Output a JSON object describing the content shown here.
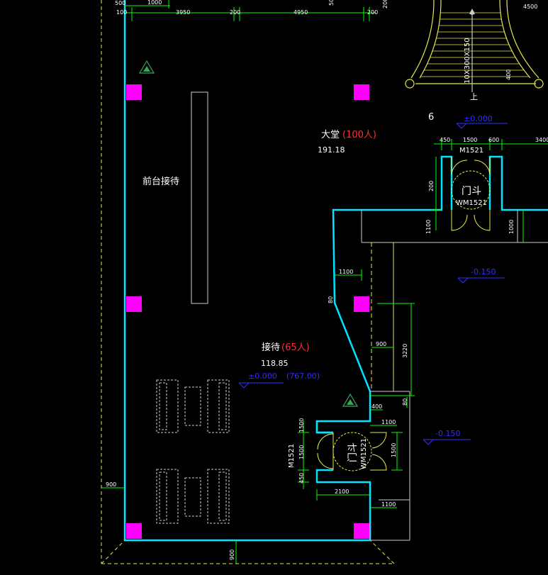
{
  "top_dims": [
    "500",
    "100",
    "1000",
    "3950",
    "200",
    "4950",
    "200",
    "50",
    "200",
    "4500"
  ],
  "stair": {
    "label": "10X300X150",
    "dim": "400",
    "number": "6",
    "arrow": "上"
  },
  "rooms": {
    "hall": {
      "name": "大堂",
      "occupancy": "(100人)",
      "area": "191.18"
    },
    "reception": {
      "name": "接待",
      "occupancy": "(65人)",
      "area": "118.85"
    },
    "front_desk": {
      "name": "前台接待"
    }
  },
  "elevations": {
    "top": "±0.000",
    "reception": "±0.000",
    "reception_abs": "(767.00)",
    "right_upper": "-0.150",
    "right_lower": "-0.150"
  },
  "door_top": {
    "label_top": "M1521",
    "center": "门斗",
    "label_bottom": "WM1521",
    "dims": [
      "450",
      "1500",
      "600",
      "3400",
      "200",
      "1100",
      "1000"
    ]
  },
  "door_bottom": {
    "label_left": "M1521",
    "center": "门斗",
    "label_right": "WM1521",
    "dims": [
      "1500",
      "1500",
      "450",
      "2100",
      "1100",
      "1500",
      "1100",
      "400",
      "80"
    ]
  },
  "side_dims": [
    "1100",
    "80",
    "900",
    "3220",
    "900",
    "900"
  ],
  "colors": {
    "background": "#000000",
    "wall": "#00e5ff",
    "column": "#ff00ff",
    "dimension": "#00ff00",
    "door": "#ffff33",
    "elevation": "#3030ff",
    "occupancy": "#ff3030"
  }
}
